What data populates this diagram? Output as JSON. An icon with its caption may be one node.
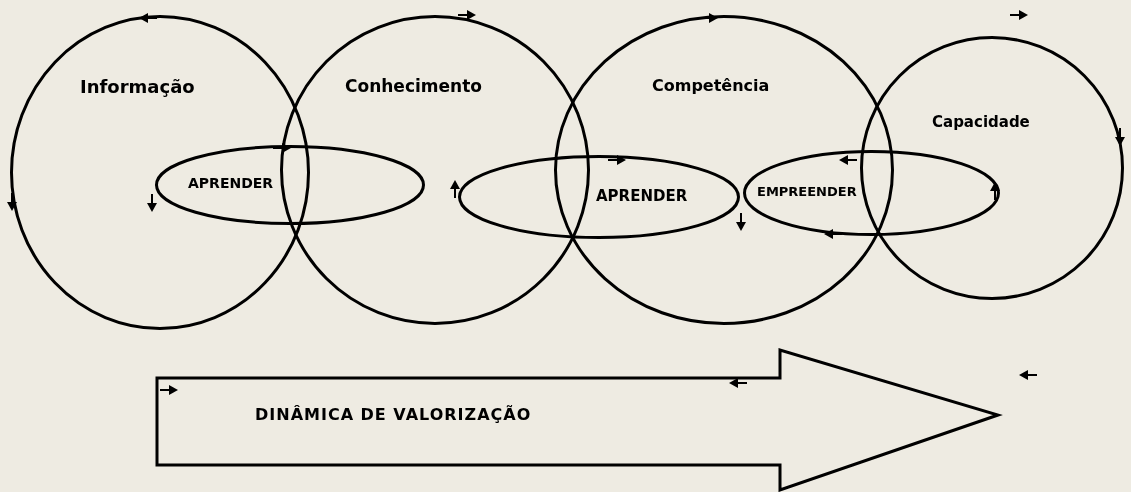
{
  "diagram": {
    "nodes": [
      {
        "text": [
          "Informação"
        ]
      },
      {
        "text": [
          "Conhecimento"
        ]
      },
      {
        "text": [
          "Competência"
        ]
      },
      {
        "text": [
          "Capacidade"
        ]
      },
      {
        "text": [
          "APRENDER"
        ]
      },
      {
        "text": [
          "APRENDER"
        ]
      },
      {
        "text": [
          "EMPREENDER"
        ]
      },
      {
        "text": [
          "DINÂMICA DE VALORIZAÇÃO"
        ]
      }
    ],
    "edges": []
  }
}
